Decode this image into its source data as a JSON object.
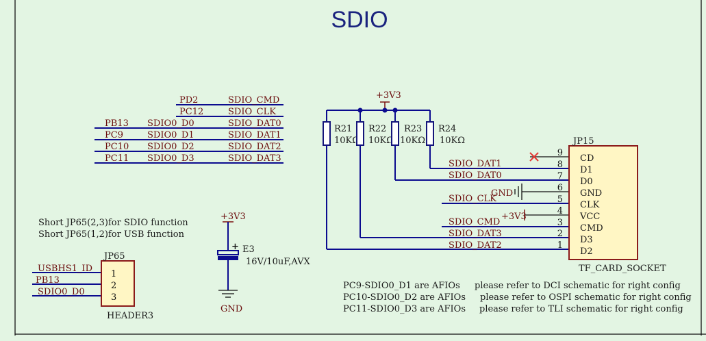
{
  "title": "SDIO",
  "colors": {
    "background": "#e3f5e3",
    "wire": "#0b0b8f",
    "net_label": "#6b0d0d",
    "component_fill": "#fff6c4",
    "component_border": "#8b1a1a",
    "no_connect": "#e53935"
  },
  "net_map": [
    {
      "pin": "PD2",
      "signal": "",
      "net": "SDIO_CMD"
    },
    {
      "pin": "PC12",
      "signal": "",
      "net": "SDIO_CLK"
    },
    {
      "pin": "PB13",
      "signal": "SDIO0_D0",
      "net": "SDIO_DAT0"
    },
    {
      "pin": "PC9",
      "signal": "SDIO0_D1",
      "net": "SDIO_DAT1"
    },
    {
      "pin": "PC10",
      "signal": "SDIO0_D2",
      "net": "SDIO_DAT2"
    },
    {
      "pin": "PC11",
      "signal": "SDIO0_D3",
      "net": "SDIO_DAT3"
    }
  ],
  "pullup": {
    "power": "+3V3",
    "resistors": [
      {
        "ref": "R21",
        "value": "10KΩ"
      },
      {
        "ref": "R22",
        "value": "10KΩ"
      },
      {
        "ref": "R23",
        "value": "10KΩ"
      },
      {
        "ref": "R24",
        "value": "10KΩ"
      }
    ]
  },
  "socket": {
    "ref": "JP15",
    "name": "TF_CARD_SOCKET",
    "pins": [
      {
        "num": "9",
        "name": "CD",
        "net": ""
      },
      {
        "num": "8",
        "name": "D1",
        "net": "SDIO_DAT1"
      },
      {
        "num": "7",
        "name": "D0",
        "net": "SDIO_DAT0"
      },
      {
        "num": "6",
        "name": "GND",
        "net": "GND"
      },
      {
        "num": "5",
        "name": "CLK",
        "net": "SDIO_CLK"
      },
      {
        "num": "4",
        "name": "VCC",
        "net": "+3V3"
      },
      {
        "num": "3",
        "name": "CMD",
        "net": "SDIO_CMD"
      },
      {
        "num": "2",
        "name": "D3",
        "net": "SDIO_DAT3"
      },
      {
        "num": "1",
        "name": "D2",
        "net": "SDIO_DAT2"
      }
    ]
  },
  "notes": [
    "Short JP65(2,3)for SDIO function",
    "Short JP65(1,2)for USB function"
  ],
  "header": {
    "ref": "JP65",
    "name": "HEADER3",
    "pins": [
      {
        "num": "1",
        "net": "USBHS1_ID"
      },
      {
        "num": "2",
        "net": "PB13"
      },
      {
        "num": "3",
        "net": "SDIO0_D0"
      }
    ]
  },
  "capacitor": {
    "ref": "E3",
    "value": "16V/10uF,AVX",
    "power": "+3V3",
    "ground": "GND"
  },
  "afio_notes": [
    {
      "pin_text": "PC9-SDIO0_D1 are AFIOs",
      "refer_text": "please refer to DCI schematic for right config"
    },
    {
      "pin_text": "PC10-SDIO0_D2 are AFIOs",
      "refer_text": "please refer to OSPI schematic for right config"
    },
    {
      "pin_text": "PC11-SDIO0_D3 are AFIOs",
      "refer_text": "please refer to TLI schematic for right config"
    }
  ]
}
